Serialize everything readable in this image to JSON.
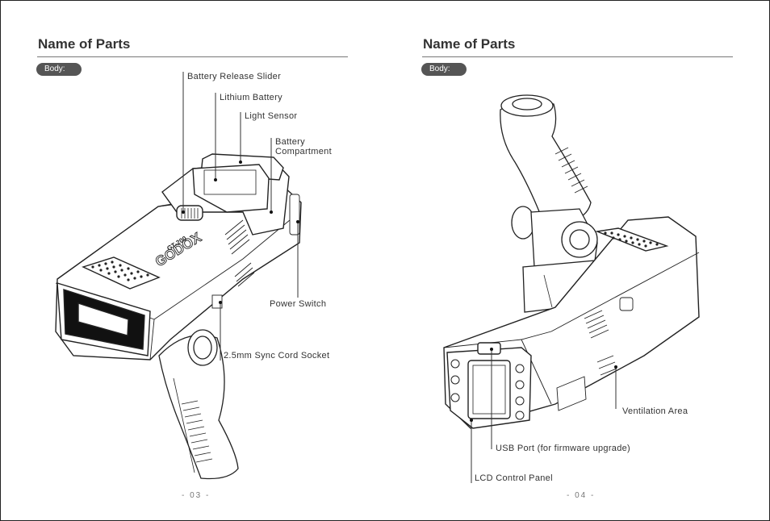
{
  "left_page": {
    "title": "Name of Parts",
    "badge": "Body:",
    "page_number": "-  03  -",
    "labels": {
      "battery_release_slider": "Battery Release Slider",
      "lithium_battery": "Lithium Battery",
      "light_sensor": "Light Sensor",
      "battery_compartment": "Battery\nCompartment",
      "power_switch": "Power Switch",
      "sync_cord_socket": "2.5mm Sync Cord Socket"
    },
    "device_brand": "GODOX",
    "device_model": "GT-200"
  },
  "right_page": {
    "title": "Name of Parts",
    "badge": "Body:",
    "page_number": "-  04  -",
    "labels": {
      "ventilation_area": "Ventilation Area",
      "usb_port": "USB Port (for firmware upgrade)",
      "lcd_control_panel": "LCD Control Panel"
    }
  }
}
